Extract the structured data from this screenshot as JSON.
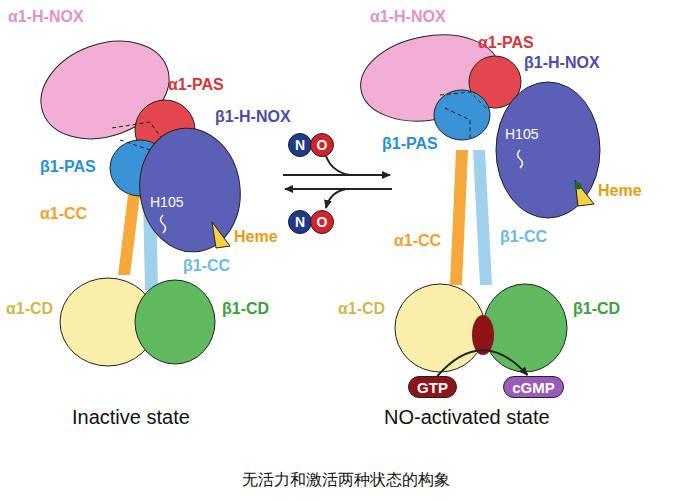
{
  "diagram": {
    "caption": "无活力和激活两种状态的构象",
    "nodes": [
      {
        "text": [
          "GTP"
        ]
      },
      {
        "text": [
          "cGMP"
        ]
      },
      {
        "text": [
          "N"
        ]
      },
      {
        "text": [
          "O"
        ]
      },
      {
        "text": [
          "N"
        ]
      },
      {
        "text": [
          "O"
        ]
      }
    ],
    "edges": [
      {
        "from": 0,
        "to": 1,
        "arrow": "to"
      }
    ],
    "labels": [
      "α1-H-NOX",
      "α1-PAS",
      "β1-H-NOX",
      "β1-PAS",
      "α1-CC",
      "H105",
      "Heme",
      "β1-CC",
      "α1-CD",
      "β1-CD",
      "Inactive state",
      "α1-H-NOX",
      "α1-PAS",
      "β1-H-NOX",
      "β1-PAS",
      "H105",
      "Heme",
      "α1-CC",
      "β1-CC",
      "α1-CD",
      "β1-CD",
      "NO-activated state"
    ]
  }
}
